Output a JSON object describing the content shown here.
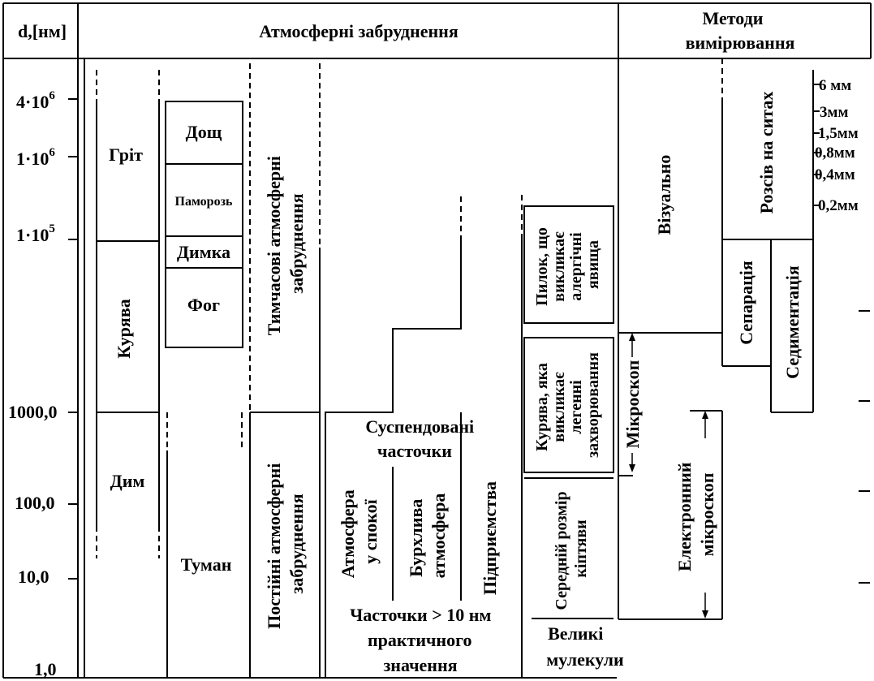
{
  "header": {
    "axis_title": "d,[нм]",
    "pollution_title": "Атмосферні забруднення",
    "methods_title_line1": "Методи",
    "methods_title_line2": "вимірювання"
  },
  "y_axis": {
    "ticks": [
      {
        "base": "4·10",
        "exp": "6"
      },
      {
        "base": "1·10",
        "exp": "6"
      },
      {
        "base": "1·10",
        "exp": "5"
      },
      {
        "base": "1000,0",
        "exp": ""
      },
      {
        "base": "100,0",
        "exp": ""
      },
      {
        "base": "10,0",
        "exp": ""
      },
      {
        "base": "1,0",
        "exp": ""
      }
    ]
  },
  "right_scale": [
    "6 мм",
    "3мм",
    "1,5мм",
    "0,8мм",
    "0,4мм",
    "0,2мм"
  ],
  "phenomena": {
    "grit": "Гріт",
    "dust_cloud": "Курява",
    "smoke": "Дим",
    "rain": "Дощ",
    "hoarfrost": "Паморозь",
    "haze": "Димка",
    "fog": "Фог",
    "mist": "Туман"
  },
  "pollution_types": {
    "temporary_line1": "Тимчасові атмосферні",
    "temporary_line2": "забруднення",
    "permanent_line1": "Постійні атмосферні",
    "permanent_line2": "забруднення"
  },
  "suspended": {
    "title_line1": "Суспендовані",
    "title_line2": "часточки",
    "calm_line1": "Атмосфера",
    "calm_line2": "у спокої",
    "turbulent_line1": "Бурхлива",
    "turbulent_line2": "атмосфера",
    "industry": "Підприємства",
    "footer_line1": "Часточки > 10 нм",
    "footer_line2": "практичного",
    "footer_line3": "значення"
  },
  "dust": {
    "allergy_line1": "Пилок, що",
    "allergy_line2": "викликає",
    "allergy_line3": "алергічні",
    "allergy_line4": "явища",
    "lung_line1": "Курява, яка",
    "lung_line2": "викликає",
    "lung_line3": "легенні",
    "lung_line4": "захворювання",
    "avg_line1": "Середній розмір",
    "avg_line2": "кіптяви",
    "big_line1": "Великі",
    "big_line2": "мулекули"
  },
  "methods": {
    "visual": "Візуально",
    "microscope": "Мікроскоп",
    "electron_line1": "Електронний",
    "electron_line2": "мікроскоп",
    "sieve": "Розсів на ситах",
    "separation": "Сепарація",
    "sedimentation": "Седиментація"
  }
}
